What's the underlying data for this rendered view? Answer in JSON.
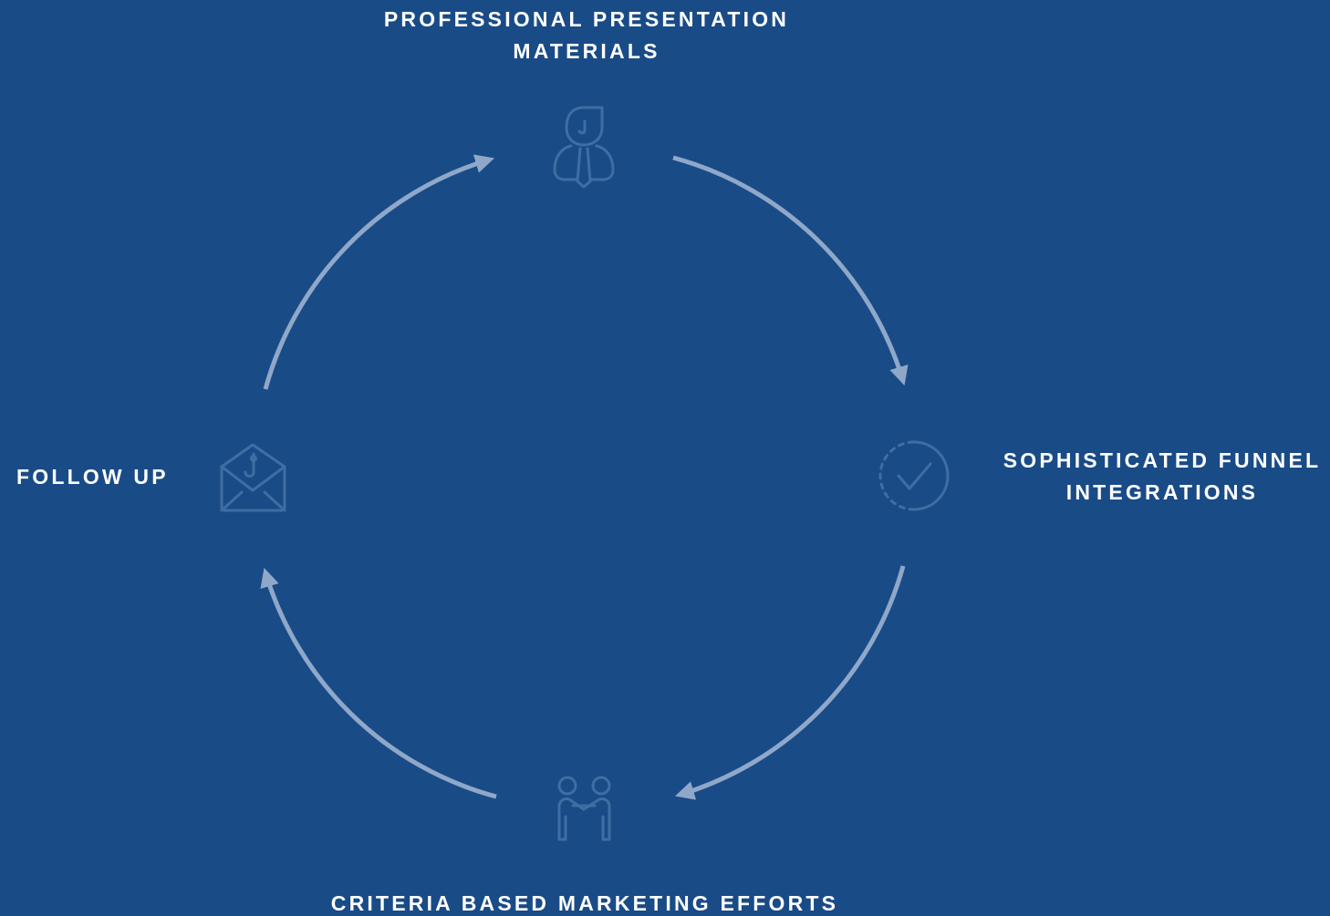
{
  "diagram": {
    "steps": [
      {
        "id": "presentation",
        "lines": [
          "PROFESSIONAL PRESENTATION",
          "MATERIALS"
        ],
        "icon": "businessman-icon"
      },
      {
        "id": "funnel",
        "lines": [
          "SOPHISTICATED FUNNEL",
          "INTEGRATIONS"
        ],
        "icon": "check-circle-icon"
      },
      {
        "id": "marketing",
        "lines": [
          "CRITERIA BASED MARKETING EFFORTS"
        ],
        "icon": "handshake-icon"
      },
      {
        "id": "followup",
        "lines": [
          "FOLLOW UP"
        ],
        "icon": "envelope-hook-icon"
      }
    ]
  },
  "colors": {
    "background": "#194b87",
    "arrow": "#8fa8c9",
    "icon": "#3f6ea3",
    "text": "#ffffff"
  }
}
